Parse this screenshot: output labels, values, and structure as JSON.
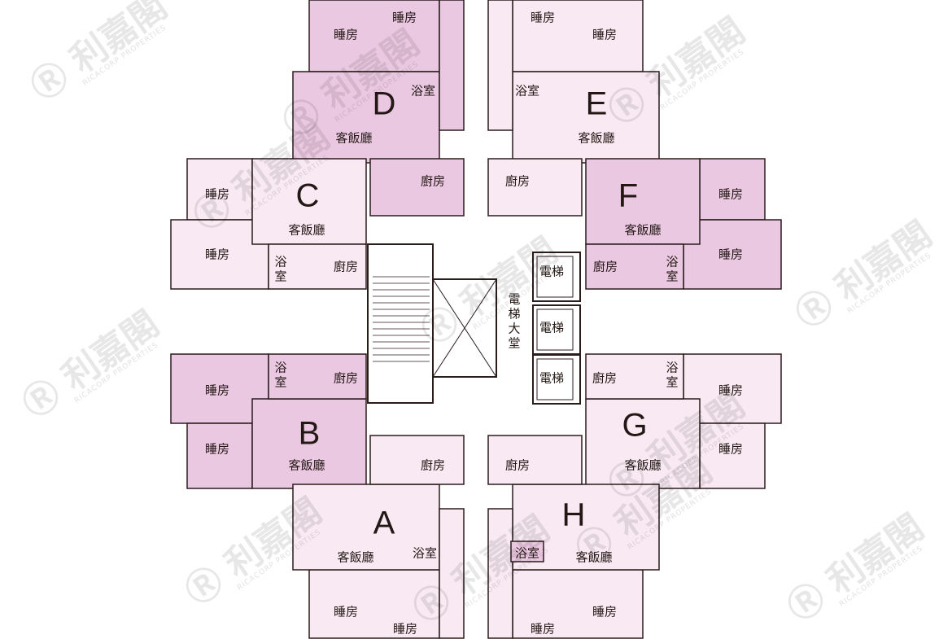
{
  "plan": {
    "colors": {
      "light": "#f9e9f2",
      "dark": "#ebc8e1",
      "wall": "#2b1c1c"
    },
    "room": {
      "bedroom": "睡房",
      "living_dining": "客飯廳",
      "kitchen": "廚房",
      "bathroom": "浴室",
      "bathroom_top": "浴",
      "bathroom_bottom": "室",
      "lift": "電梯"
    },
    "lobby": [
      "電",
      "梯",
      "大",
      "堂"
    ],
    "units": [
      "A",
      "B",
      "C",
      "D",
      "E",
      "F",
      "G",
      "H"
    ]
  },
  "watermark": {
    "logo_text": "利嘉閣",
    "sub_text": "RICACORP PROPERTIES"
  }
}
